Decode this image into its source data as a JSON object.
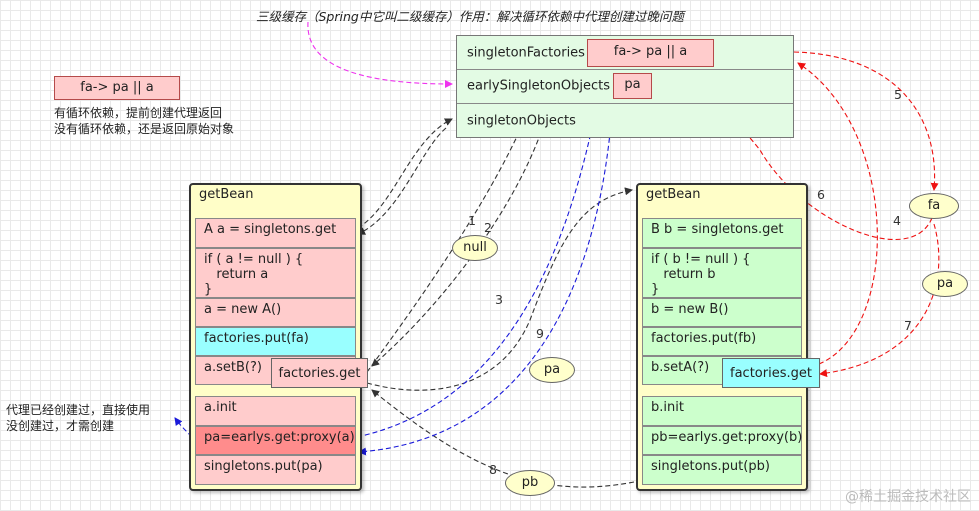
{
  "title": "三级缓存（Spring中它叫二级缓存）作用：解决循环依赖中代理创建过晚问题",
  "cache": {
    "singleton_factories": "singletonFactories",
    "singleton_factories_value": "fa-> pa || a",
    "early_singleton_objects": "earlySingletonObjects",
    "early_value": "pa",
    "singleton_objects": "singletonObjects"
  },
  "legend_left": {
    "box": "fa-> pa || a",
    "line1": "有循环依赖，提前创建代理返回",
    "line2": "没有循环依赖，还是返回原始对象"
  },
  "note_bottom": {
    "line1": "代理已经创建过，直接使用",
    "line2": "没创建过，才需创建"
  },
  "bean_a": {
    "title": "getBean",
    "rows": [
      "A a = singletons.get",
      "if ( a != null ) {\n   return a\n}",
      "a = new A()",
      "factories.put(fa)",
      "a.setB(?)",
      "a.init",
      "pa=earlys.get:proxy(a)",
      "singletons.put(pa)"
    ],
    "factories_get": "factories.get"
  },
  "bean_b": {
    "title": "getBean",
    "rows": [
      "B b = singletons.get",
      "if ( b != null ) {\n   return b\n}",
      "b = new B()",
      "factories.put(fb)",
      "b.setA(?)",
      "b.init",
      "pb=earlys.get:proxy(b)",
      "singletons.put(pb)"
    ],
    "factories_get": "factories.get"
  },
  "ellipses": {
    "null": "null",
    "pa_mid": "pa",
    "pb": "pb",
    "fa": "fa",
    "pa_right": "pa"
  },
  "step_numbers": [
    "1",
    "2",
    "3",
    "4",
    "5",
    "6",
    "7",
    "8",
    "9"
  ],
  "colors": {
    "black_arrow": "#333333",
    "red_arrow": "#ee1111",
    "blue_arrow": "#1a1ad9",
    "magenta_arrow": "#ee33ee"
  },
  "watermark": "@稀土掘金技术社区"
}
